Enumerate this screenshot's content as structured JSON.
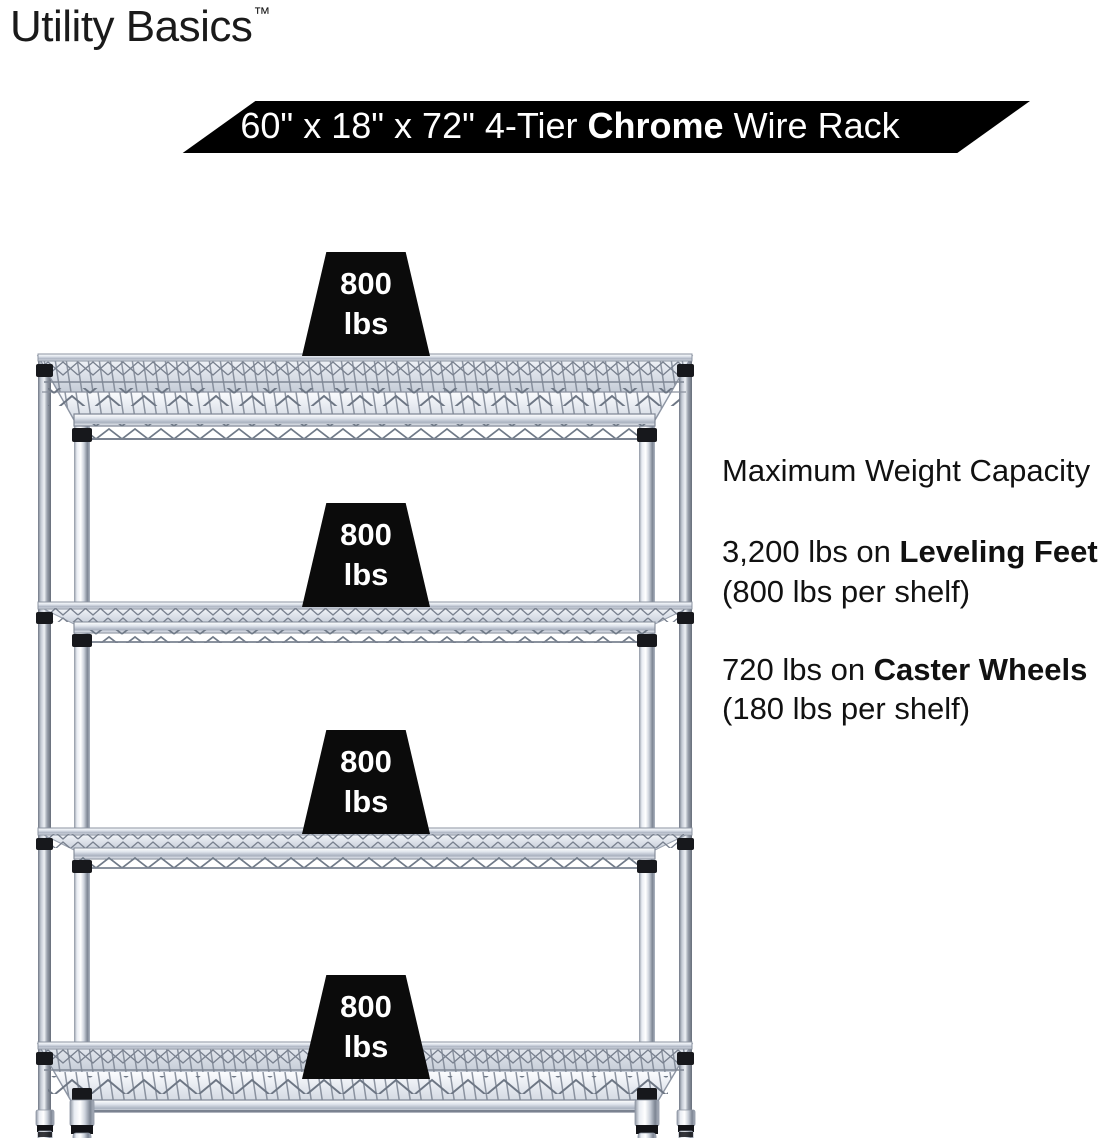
{
  "brand": {
    "name": "Utility Basics",
    "trademark": "™"
  },
  "banner": {
    "text_before_bold": "60\" x 18\" x 72\" 4-Tier ",
    "bold_word": "Chrome",
    "text_after_bold": " Wire Rack",
    "background_color": "#000000",
    "text_color": "#ffffff"
  },
  "product": {
    "name": "4-Tier Chrome Wire Rack",
    "width_in": "60\"",
    "depth_in": "18\"",
    "height_in": "72\"",
    "tiers": 4,
    "finish": "Chrome"
  },
  "callouts": [
    {
      "value": "800",
      "unit": "lbs"
    },
    {
      "value": "800",
      "unit": "lbs"
    },
    {
      "value": "800",
      "unit": "lbs"
    },
    {
      "value": "800",
      "unit": "lbs"
    }
  ],
  "info": {
    "heading": "Maximum Weight Capacity",
    "spec_1": {
      "lead": "3,200 lbs on ",
      "bold": "Leveling Feet",
      "tail": " (800 lbs per shelf)"
    },
    "spec_2": {
      "lead": "720 lbs on ",
      "bold": "Caster Wheels",
      "tail": " (180 lbs per shelf)"
    }
  },
  "colors": {
    "background": "#ffffff",
    "text": "#111111",
    "callout_fill": "#0b0b0b",
    "chrome_light": "#f2f4f8",
    "chrome_mid": "#b9c0cc",
    "chrome_dark": "#5d6573",
    "post_collar": "#1b1b1f"
  }
}
